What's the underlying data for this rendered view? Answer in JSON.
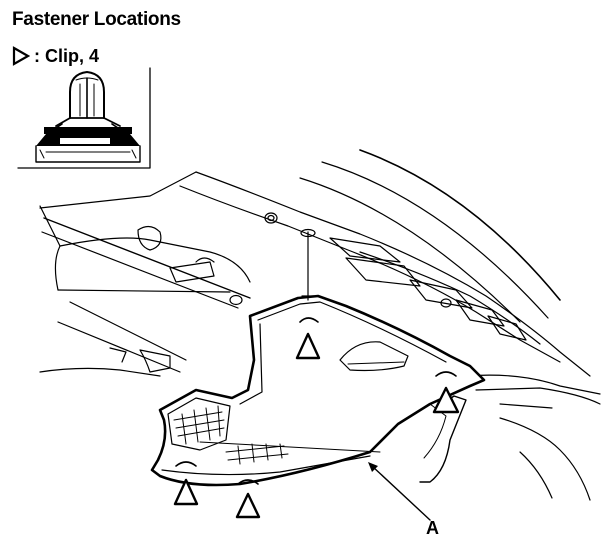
{
  "title": "Fastener Locations",
  "legend": {
    "symbol": "clip-triangle-icon",
    "label": ": Clip, 4"
  },
  "callouts": [
    {
      "id": "A",
      "label": "A"
    }
  ],
  "colors": {
    "ink": "#000000",
    "paper": "#ffffff"
  }
}
